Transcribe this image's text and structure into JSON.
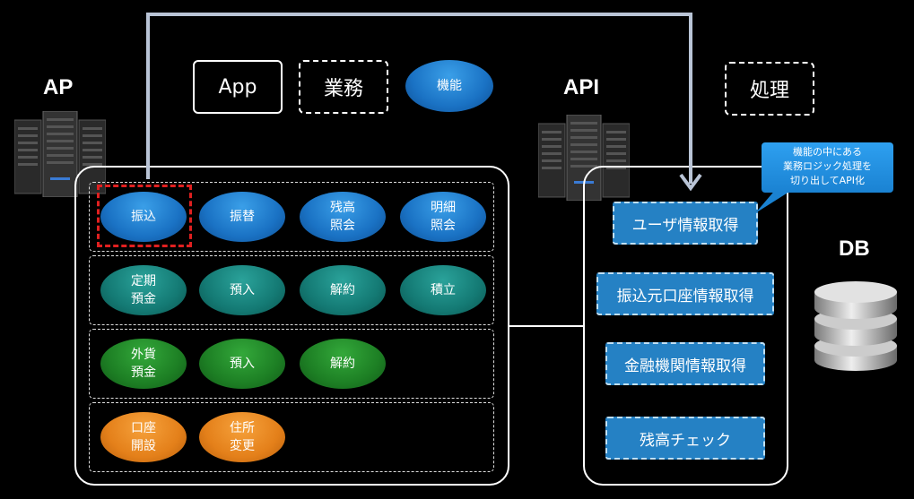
{
  "labels": {
    "ap": "AP",
    "api": "API",
    "db": "DB"
  },
  "legend": {
    "app": "App",
    "business": "業務",
    "function": "機能",
    "process": "処理"
  },
  "ap_rows": [
    {
      "color": "blue",
      "items": [
        "振込",
        "振替",
        "残高\n照会",
        "明細\n照会"
      ]
    },
    {
      "color": "teal",
      "items": [
        "定期\n預金",
        "預入",
        "解約",
        "積立"
      ]
    },
    {
      "color": "green",
      "items": [
        "外貨\n預金",
        "預入",
        "解約"
      ]
    },
    {
      "color": "orange",
      "items": [
        "口座\n開設",
        "住所\n変更"
      ]
    }
  ],
  "api_boxes": [
    "ユーザ情報取得",
    "振込元口座情報取得",
    "金融機関情報取得",
    "残高チェック"
  ],
  "callout": "機能の中にある\n業務ロジック処理を\n切り出してAPI化",
  "colors": {
    "blue": "#1a72c4",
    "teal": "#147a74",
    "green": "#1d7f24",
    "orange": "#e4801a",
    "api_box": "#2581c4"
  }
}
